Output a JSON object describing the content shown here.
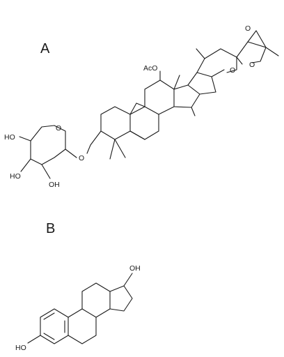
{
  "panels": {
    "a": {
      "label": "A",
      "atoms": {
        "ac": "AcO",
        "o_tri": "O",
        "o_thf": "O",
        "o_pyr": "O",
        "o_gly": "O",
        "o_sug": "O",
        "ho1": "HO",
        "ho2": "HO",
        "oh": "OH"
      }
    },
    "b": {
      "label": "B",
      "atoms": {
        "oh": "OH",
        "ho": "HO"
      }
    }
  }
}
